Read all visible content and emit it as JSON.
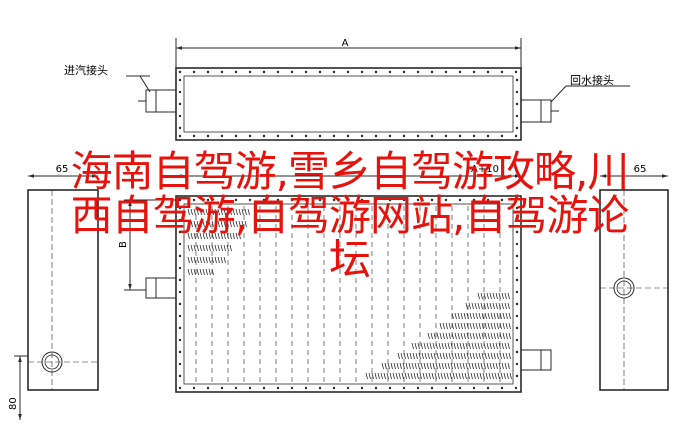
{
  "drawing": {
    "dim_a_label": "A",
    "dim_b_label": "B",
    "inlet_label": "进汽接头",
    "outlet_label": "回水接头",
    "dim_left_label": "65",
    "dim_center_label": "A+10",
    "dim_right_label": "65",
    "dim_bottom_label": "80"
  },
  "overlay": {
    "line1": "海南自驾游,雪乡自驾游攻略,川",
    "line2": "西自驾游,自驾游网站,自驾游论",
    "line3": "坛"
  },
  "colors": {
    "line": "#2a2a2a",
    "overlay_text": "#e8120c",
    "background": "#ffffff"
  }
}
